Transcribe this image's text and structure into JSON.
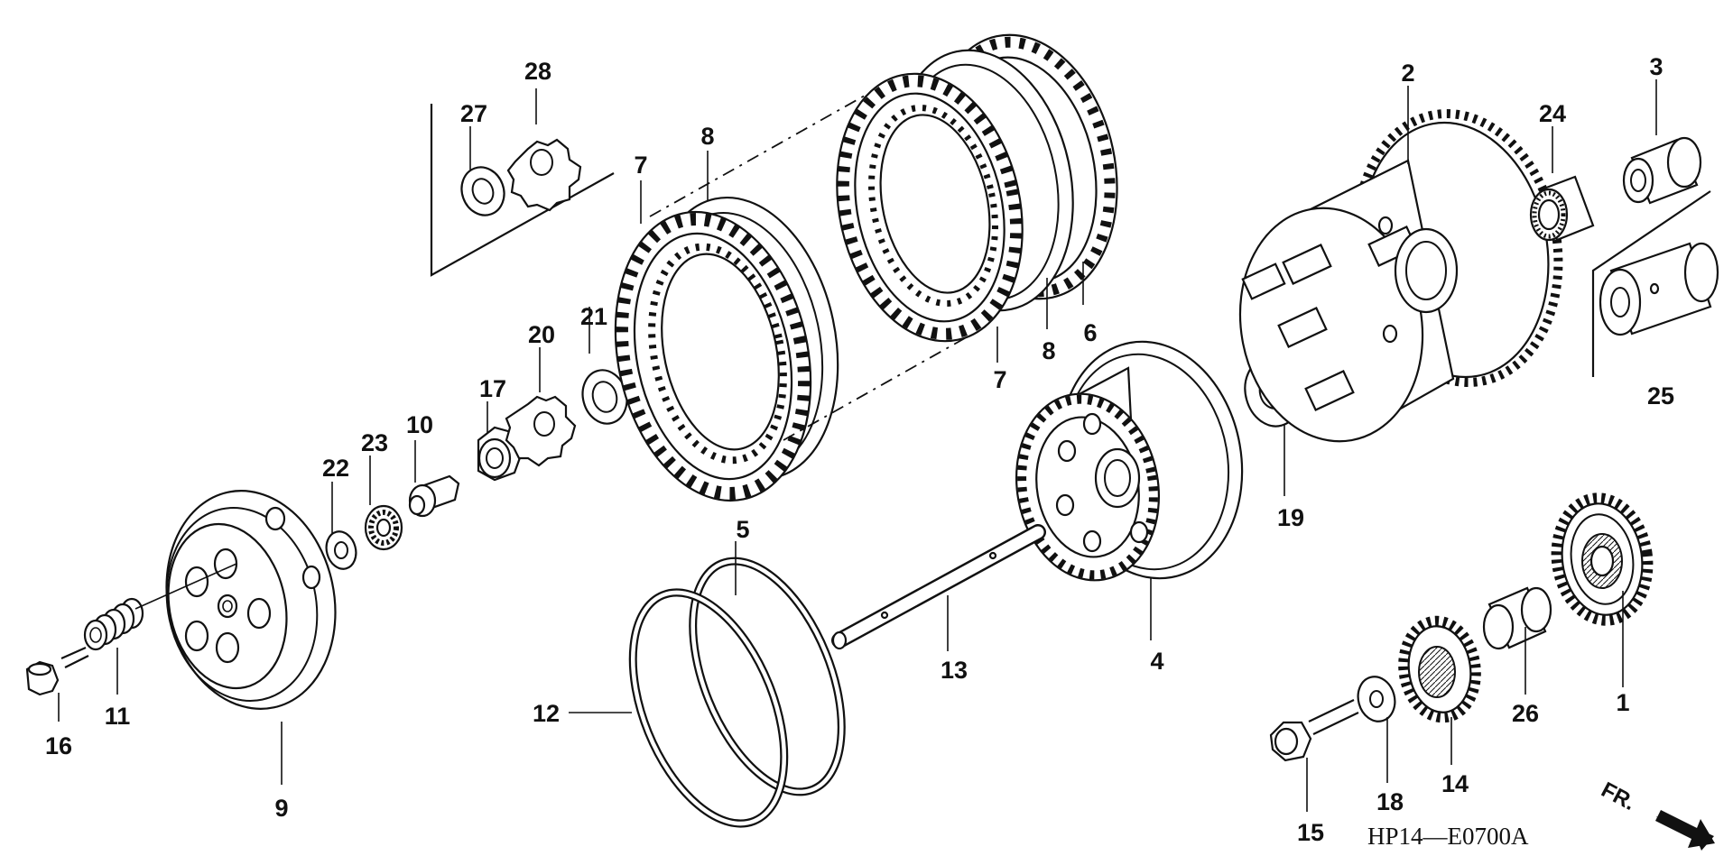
{
  "diagram": {
    "code": "HP14—E0700A",
    "direction_label": "FR.",
    "part_numbers": [
      "1",
      "2",
      "3",
      "4",
      "5",
      "6",
      "7",
      "7",
      "8",
      "8",
      "9",
      "10",
      "11",
      "12",
      "13",
      "14",
      "15",
      "16",
      "17",
      "18",
      "19",
      "20",
      "21",
      "22",
      "23",
      "24",
      "25",
      "26",
      "27",
      "28"
    ]
  },
  "colors": {
    "ink": "#111111",
    "paper": "#ffffff"
  }
}
